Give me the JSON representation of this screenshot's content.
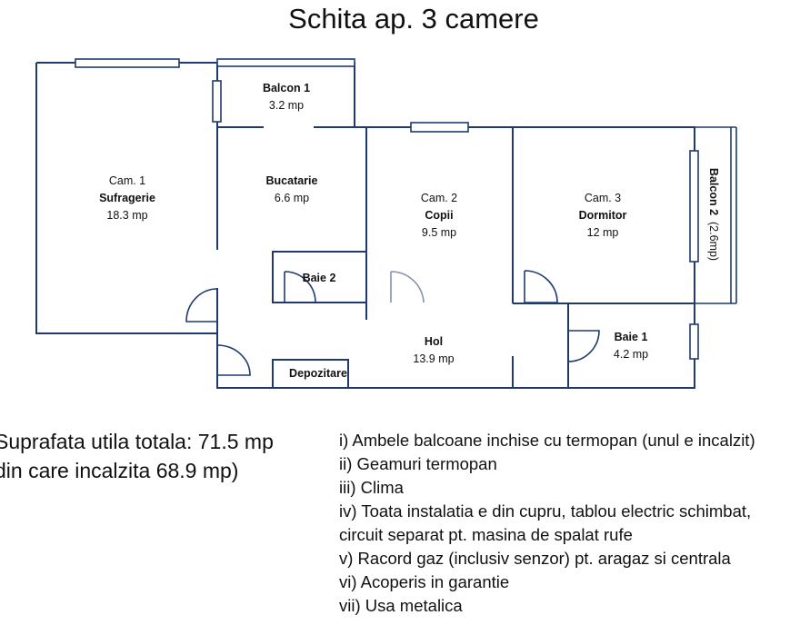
{
  "title": "Schita ap. 3 camere",
  "rooms": {
    "cam1": {
      "line1": "Cam. 1",
      "name": "Sufragerie",
      "area": "18.3 mp"
    },
    "balcon1": {
      "name": "Balcon 1",
      "area": "3.2 mp"
    },
    "bucatarie": {
      "name": "Bucatarie",
      "area": "6.6 mp"
    },
    "cam2": {
      "line1": "Cam. 2",
      "name": "Copii",
      "area": "9.5 mp"
    },
    "cam3": {
      "line1": "Cam. 3",
      "name": "Dormitor",
      "area": "12 mp"
    },
    "balcon2": {
      "name": "Balcon 2",
      "area": "(2.6mp)"
    },
    "baie2": {
      "name": "Baie 2"
    },
    "hol": {
      "name": "Hol",
      "area": "13.9 mp"
    },
    "baie1": {
      "name": "Baie 1",
      "area": "4.2 mp"
    },
    "depozitare": {
      "name": "Depozitare"
    }
  },
  "summary": {
    "line1": "Suprafata utila totala: 71.5 mp",
    "line2": "din care incalzita 68.9 mp)"
  },
  "features": [
    "i) Ambele balcoane inchise cu termopan (unul e incalzit)",
    "ii)  Geamuri termopan",
    "iii) Clima",
    "iv) Toata instalatia e din cupru, tablou electric schimbat,",
    "circuit separat pt. masina de spalat rufe",
    "v) Racord gaz (inclusiv senzor) pt. aragaz si centrala",
    "vi) Acoperis in garantie",
    "vii) Usa metalica"
  ],
  "colors": {
    "walls": "#1f3a6e",
    "text": "#111111"
  }
}
